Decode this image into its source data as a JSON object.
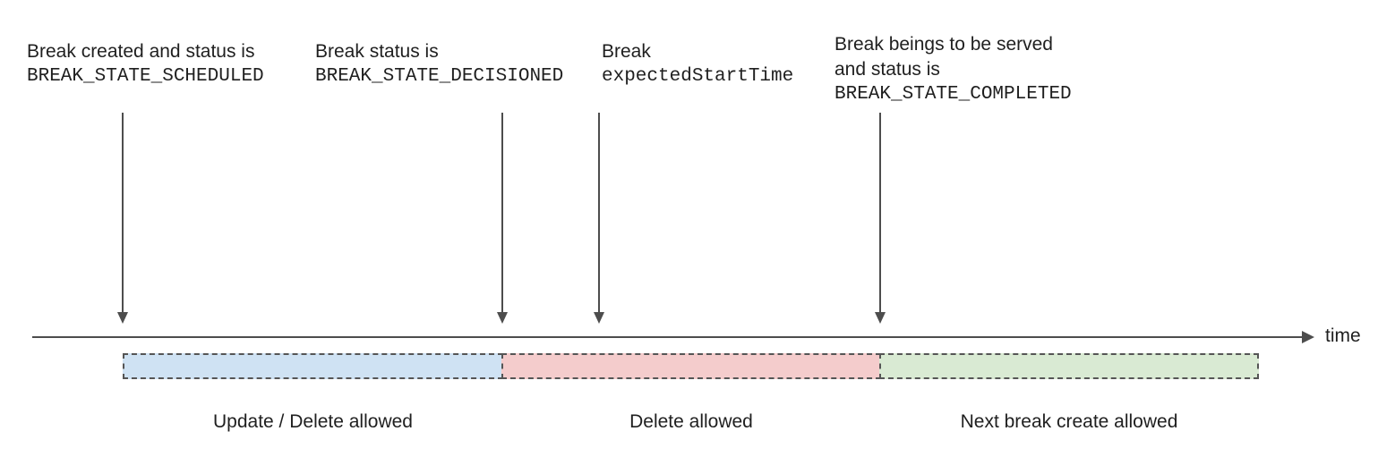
{
  "annotations": [
    {
      "line1": "Break created and status is",
      "code": "BREAK_STATE_SCHEDULED"
    },
    {
      "line1": "Break status is",
      "code": "BREAK_STATE_DECISIONED"
    },
    {
      "line1": "Break",
      "code": "expectedStartTime"
    },
    {
      "line1": "Break beings to be served",
      "line2": "and status is",
      "code": "BREAK_STATE_COMPLETED"
    }
  ],
  "axis": {
    "label": "time"
  },
  "segments": [
    {
      "label": "Update / Delete allowed",
      "fill": "#cfe2f3"
    },
    {
      "label": "Delete allowed",
      "fill": "#f4cccc"
    },
    {
      "label": "Next break create allowed",
      "fill": "#d9ead3"
    }
  ],
  "colors": {
    "text": "#1f1f1f",
    "arrow": "#4d4d4d",
    "dashed_border": "#555555"
  }
}
